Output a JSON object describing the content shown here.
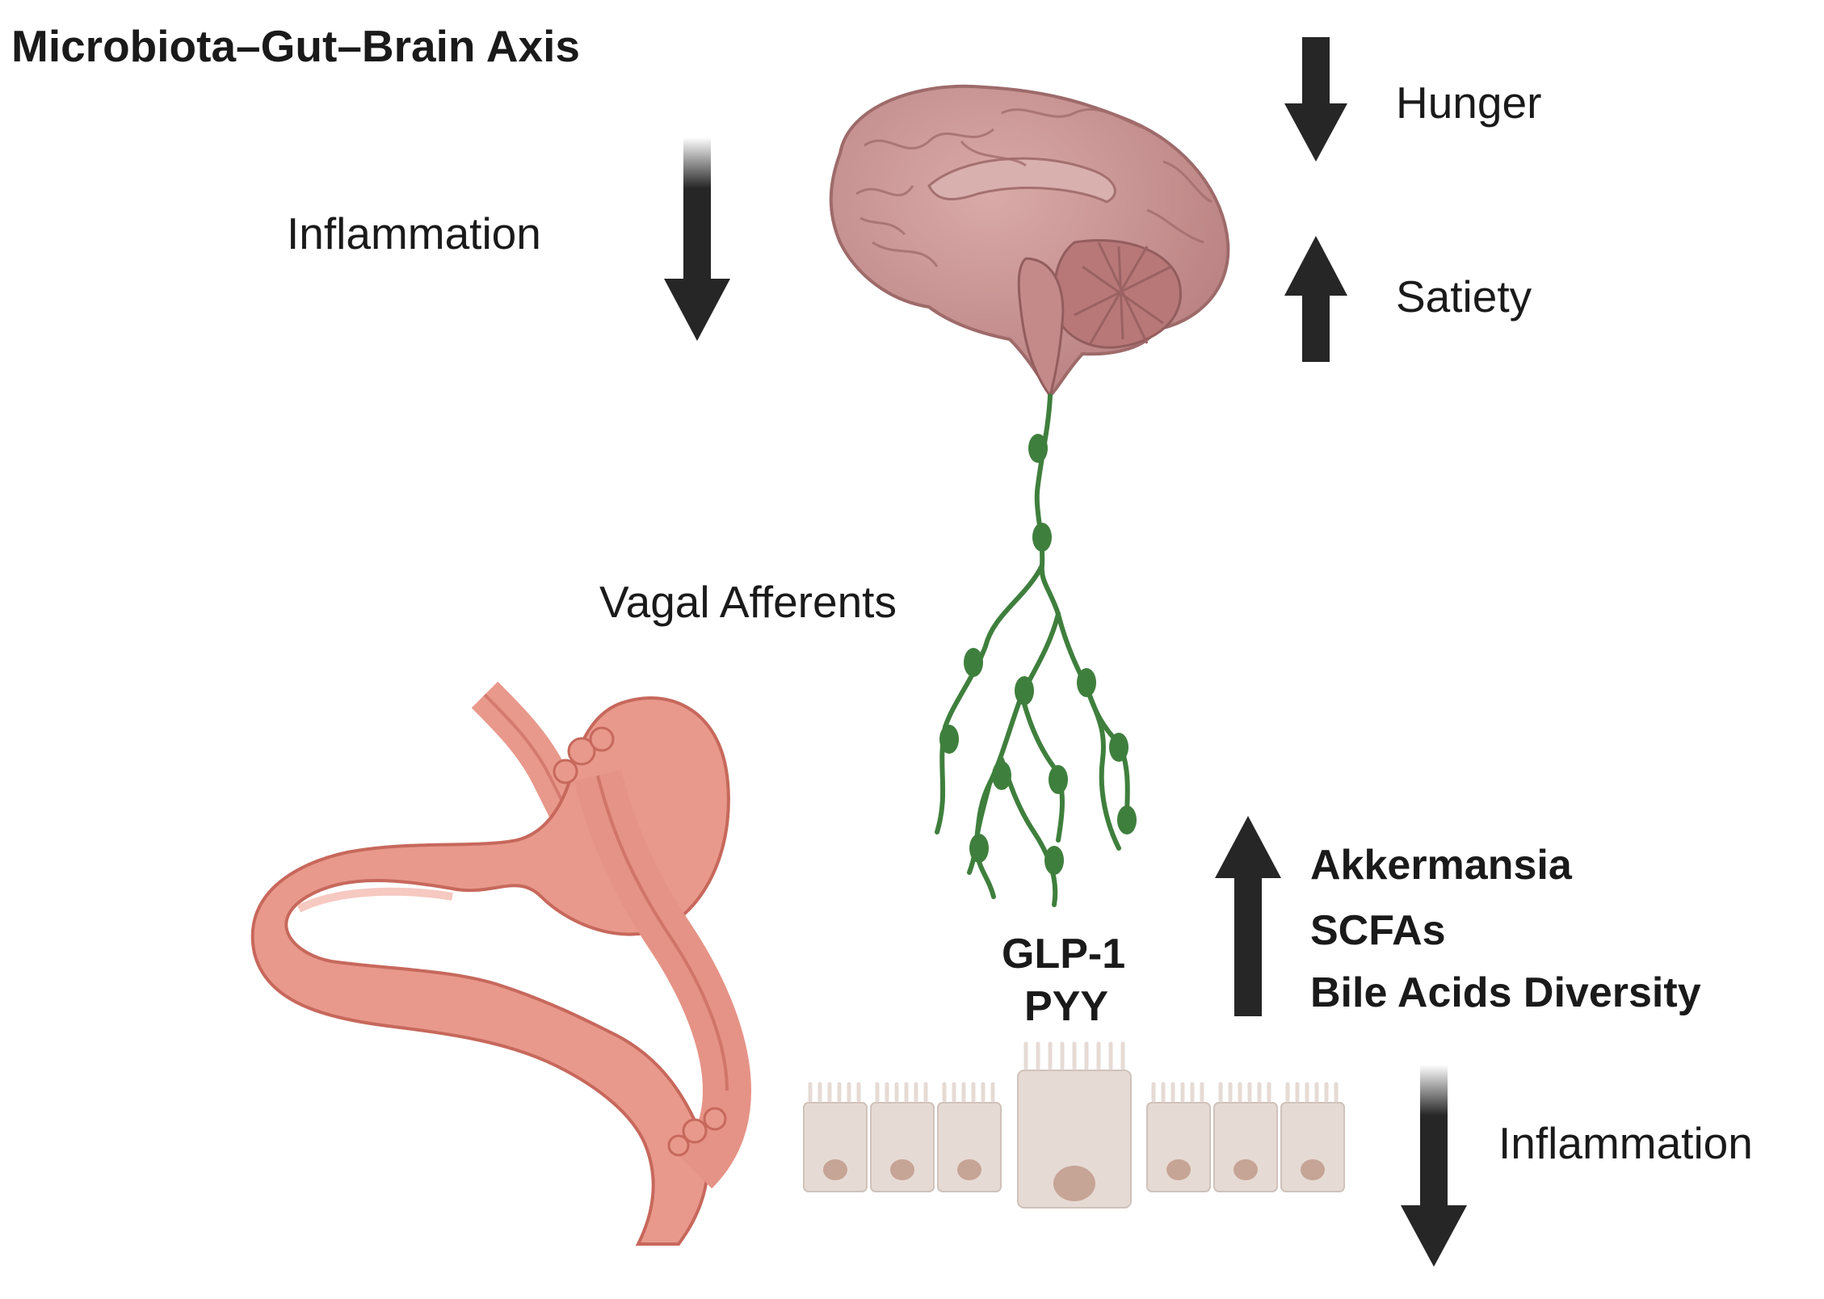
{
  "title": "Microbiota–Gut–Brain Axis",
  "brain_effects": {
    "hunger": {
      "label": "Hunger",
      "direction": "down"
    },
    "satiety": {
      "label": "Satiety",
      "direction": "up"
    }
  },
  "brain_inflammation": {
    "label": "Inflammation",
    "direction": "down"
  },
  "nerve_label": "Vagal Afferents",
  "hormones": [
    "GLP-1",
    "PYY"
  ],
  "gut_changes": {
    "direction": "up",
    "items": [
      "Akkermansia",
      "SCFAs",
      "Bile Acids Diversity"
    ]
  },
  "gut_inflammation": {
    "label": "Inflammation",
    "direction": "down"
  },
  "colors": {
    "arrow": "#262626",
    "brain": "#c99595",
    "brain_dark": "#a36d6d",
    "nerve": "#3f7f3d",
    "gut": "#e8998c",
    "gut_dark": "#c7685c",
    "epithelium": "#e6dbd4",
    "nucleus": "#c6a496"
  }
}
